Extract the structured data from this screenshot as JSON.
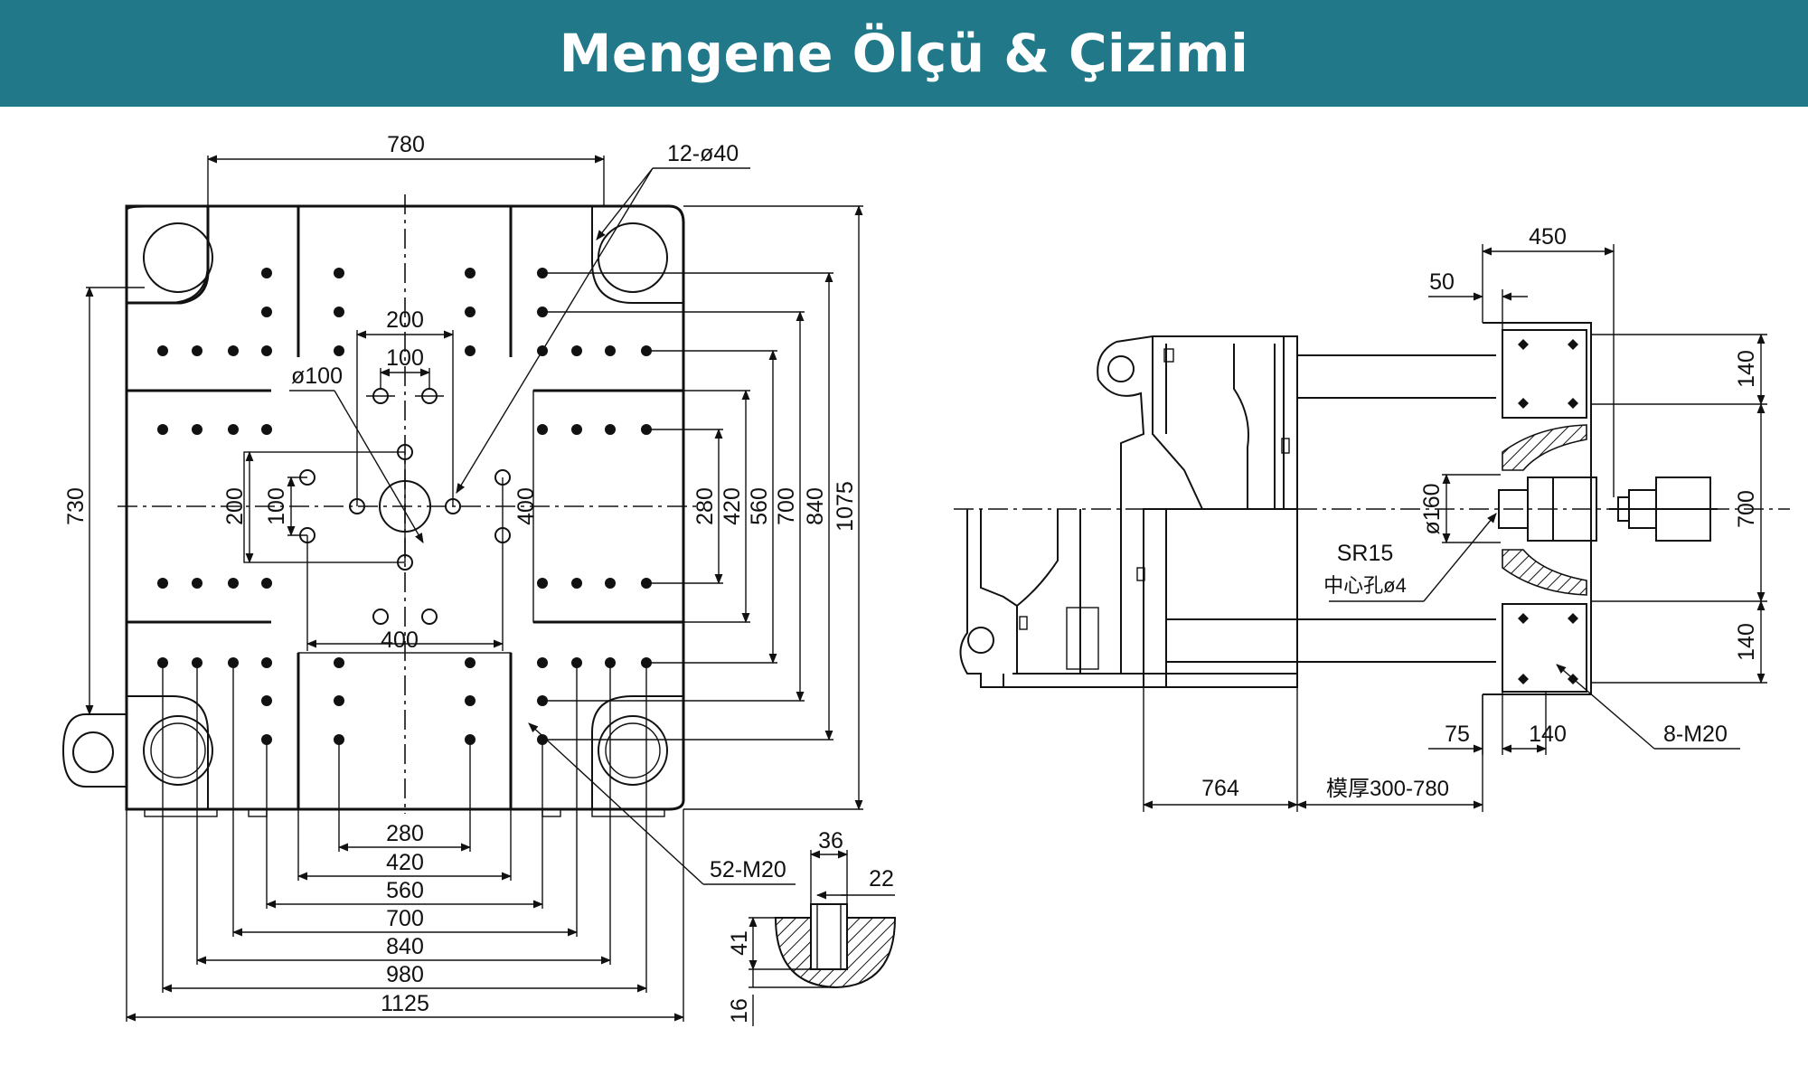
{
  "header": {
    "title": "Mengene Ölçü & Çizimi"
  },
  "colors": {
    "header_bg": "#217889",
    "header_text": "#ffffff",
    "line": "#111111"
  },
  "left_view": {
    "dim_top": "780",
    "hole_spec": "12-ø40",
    "dim_200_top": "200",
    "dim_100_top": "100",
    "dia_100": "ø100",
    "dim_400_center": "400",
    "dim_730": "730",
    "dim_200_left": "200",
    "dim_100_left": "100",
    "dim_400_right": "400",
    "right_dims": [
      "280",
      "420",
      "560",
      "700",
      "840",
      "1075"
    ],
    "bottom_dims": [
      "280",
      "420",
      "560",
      "700",
      "840",
      "980",
      "1125"
    ],
    "thread_spec": "52-M20",
    "detail": {
      "d36": "36",
      "d22": "22",
      "d41": "41",
      "d16": "16"
    }
  },
  "right_view": {
    "dim_450": "450",
    "dim_50": "50",
    "dim_140_top": "140",
    "dim_700": "700",
    "dim_140_bottom": "140",
    "dia_160": "ø160",
    "sr15": "SR15",
    "center_hole": "中心孔ø4",
    "dim_75": "75",
    "dim_140_lower": "140",
    "thread_spec": "8-M20",
    "dim_764": "764",
    "mold_range": "模厚300-780"
  }
}
